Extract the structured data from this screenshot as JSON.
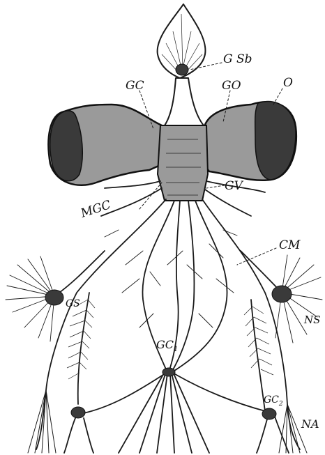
{
  "labels": {
    "gsb": "G Sb",
    "gc": "GC",
    "go": "GO",
    "o": "O",
    "mgc": "MGC",
    "gv": "GV",
    "cm": "CM",
    "gs": "GS",
    "ns": "NS",
    "gc1": "GC",
    "gc1_sub": "1",
    "gc2": "GC",
    "gc2_sub": "2",
    "na": "NA"
  }
}
